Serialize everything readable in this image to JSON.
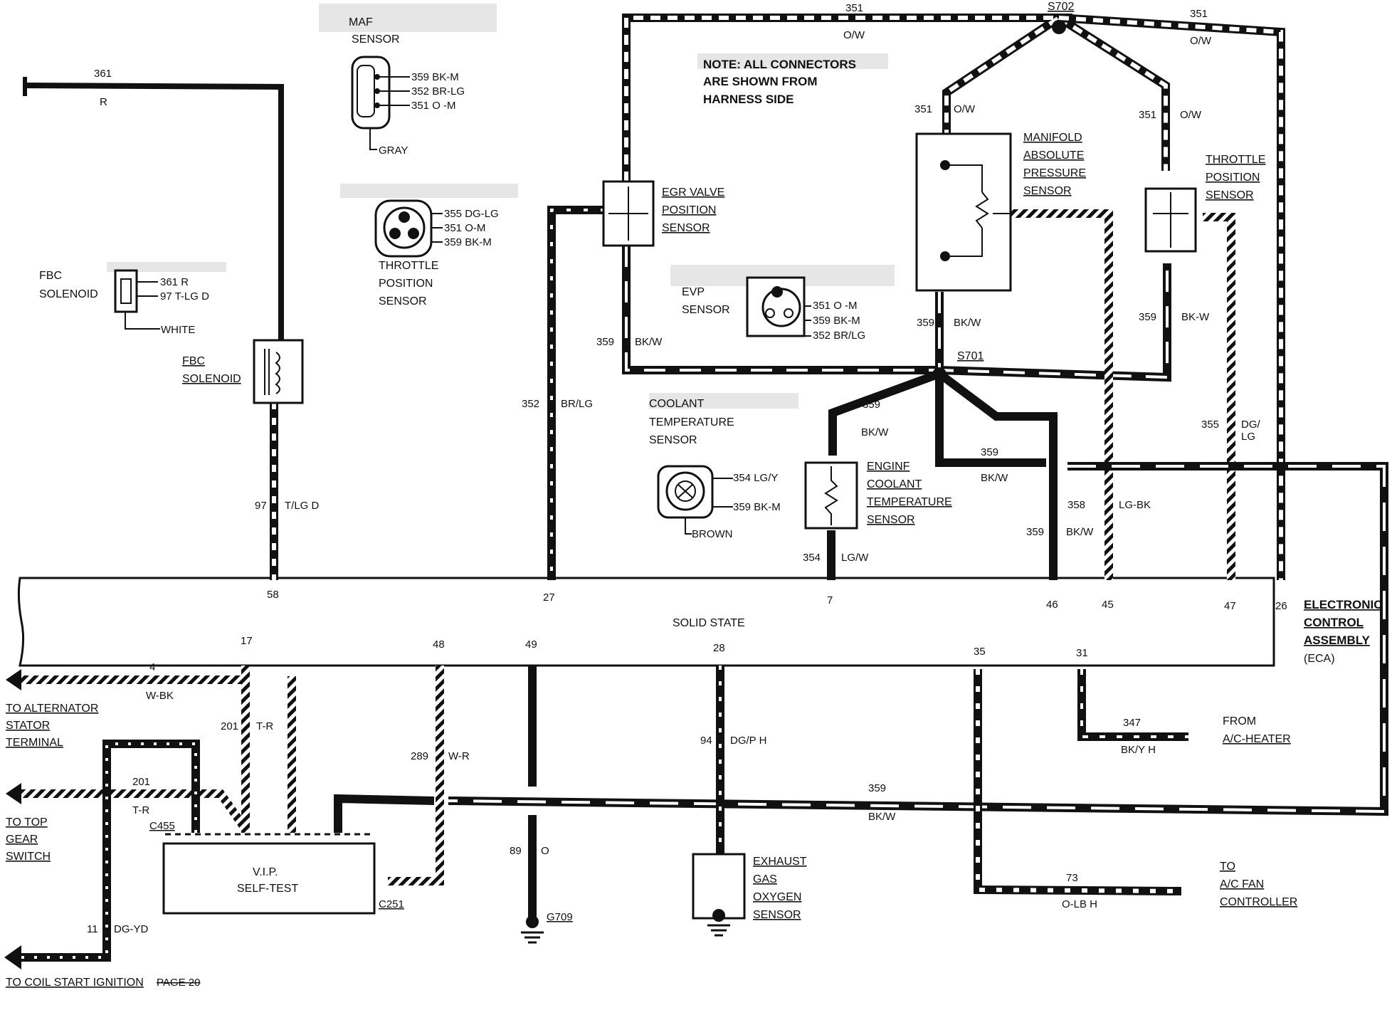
{
  "note": [
    "NOTE: ALL CONNECTORS",
    "ARE SHOWN FROM",
    "HARNESS SIDE"
  ],
  "ecu": {
    "solid_state": "SOLID STATE",
    "title": [
      "ELECTRONIC",
      "CONTROL",
      "ASSEMBLY",
      "(ECA)"
    ]
  },
  "splices": {
    "s702": "S702",
    "s701": "S701"
  },
  "components": {
    "maf": [
      "MAF",
      "SENSOR"
    ],
    "egr": [
      "EGR VALVE",
      "POSITION",
      "SENSOR"
    ],
    "map": [
      "MANIFOLD",
      "ABSOLUTE",
      "PRESSURE",
      "SENSOR"
    ],
    "tps_right": [
      "THROTTLE",
      "POSITION",
      "SENSOR"
    ],
    "tps_conn": [
      "THROTTLE",
      "POSITION",
      "SENSOR"
    ],
    "fbc_conn": [
      "FBC",
      "SOLENOID"
    ],
    "fbc": [
      "FBC",
      "SOLENOID"
    ],
    "evp": [
      "EVP",
      "SENSOR"
    ],
    "coolant_conn": [
      "COOLANT",
      "TEMPERATURE",
      "SENSOR"
    ],
    "ect": [
      "ENGINF",
      "COOLANT",
      "TEMPERATURE",
      "SENSOR"
    ],
    "vip": [
      "V.I.P.",
      "SELF-TEST"
    ],
    "ego": [
      "EXHAUST",
      "GAS",
      "OXYGEN",
      "SENSOR"
    ]
  },
  "connector_pins": {
    "maf": [
      "359 BK-M",
      "352 BR-LG",
      "351 O -M"
    ],
    "maf_color": "GRAY",
    "tps": [
      "355 DG-LG",
      "351 O-M",
      "359 BK-M"
    ],
    "fbc": [
      "361 R",
      "97 T-LG D"
    ],
    "fbc_color": "WHITE",
    "evp": [
      "351 O -M",
      "359 BK-M",
      "352 BR/LG"
    ],
    "coolant": [
      "354 LG/Y",
      "359 BK-M"
    ],
    "coolant_color": "BROWN"
  },
  "wires": {
    "w361": [
      "361",
      "R"
    ],
    "w351_top_left": [
      "351",
      "O/W"
    ],
    "w351_top_right": [
      "351",
      "O/W"
    ],
    "w351_map": [
      "351",
      "O/W"
    ],
    "w351_tps": [
      "351",
      "O/W"
    ],
    "w359_egr": [
      "359",
      "BK/W"
    ],
    "w359_map": [
      "359",
      "BK/W"
    ],
    "w359_tps": [
      "359",
      "BK-W"
    ],
    "w359_ect": [
      "359",
      "BK/W"
    ],
    "w359_mid": [
      "359",
      "BK/W"
    ],
    "w359_46": [
      "359",
      "BK/W"
    ],
    "w352": [
      "352",
      "BR/LG"
    ],
    "w355": [
      "355",
      "DG/",
      "LG"
    ],
    "w358": [
      "358",
      "LG-BK"
    ],
    "w354": [
      "354",
      "LG/W"
    ],
    "w97": [
      "97",
      "T/LG D"
    ],
    "w4": [
      "4",
      "W-BK"
    ],
    "w201a": [
      "201",
      "T-R"
    ],
    "w201b": [
      "201",
      "T-R"
    ],
    "w289": [
      "289",
      "W-R"
    ],
    "w94": [
      "94",
      "DG/P H"
    ],
    "w89": [
      "89",
      "O"
    ],
    "w11": [
      "11",
      "DG-YD"
    ],
    "w347": [
      "347",
      "BK/Y H"
    ],
    "w73": [
      "73",
      "O-LB H"
    ],
    "w359_bottom": [
      "359",
      "BK/W"
    ]
  },
  "pins": {
    "p58": "58",
    "p27": "27",
    "p7": "7",
    "p46": "46",
    "p45": "45",
    "p47": "47",
    "p26": "26",
    "p17": "17",
    "p48": "48",
    "p49": "49",
    "p28": "28",
    "p35": "35",
    "p31": "31"
  },
  "connectors": {
    "c455": "C455",
    "c251": "C251",
    "g709": "G709"
  },
  "destinations": {
    "alternator": [
      "TO ALTERNATOR",
      "STATOR",
      "TERMINAL"
    ],
    "top_gear": [
      "TO TOP",
      "GEAR",
      "SWITCH"
    ],
    "coil": "TO COIL START IGNITION",
    "coil_page": "PAGE 20",
    "ac_heater": [
      "FROM",
      "A/C-HEATER"
    ],
    "ac_fan": [
      "TO",
      "A/C FAN",
      "CONTROLLER"
    ]
  }
}
